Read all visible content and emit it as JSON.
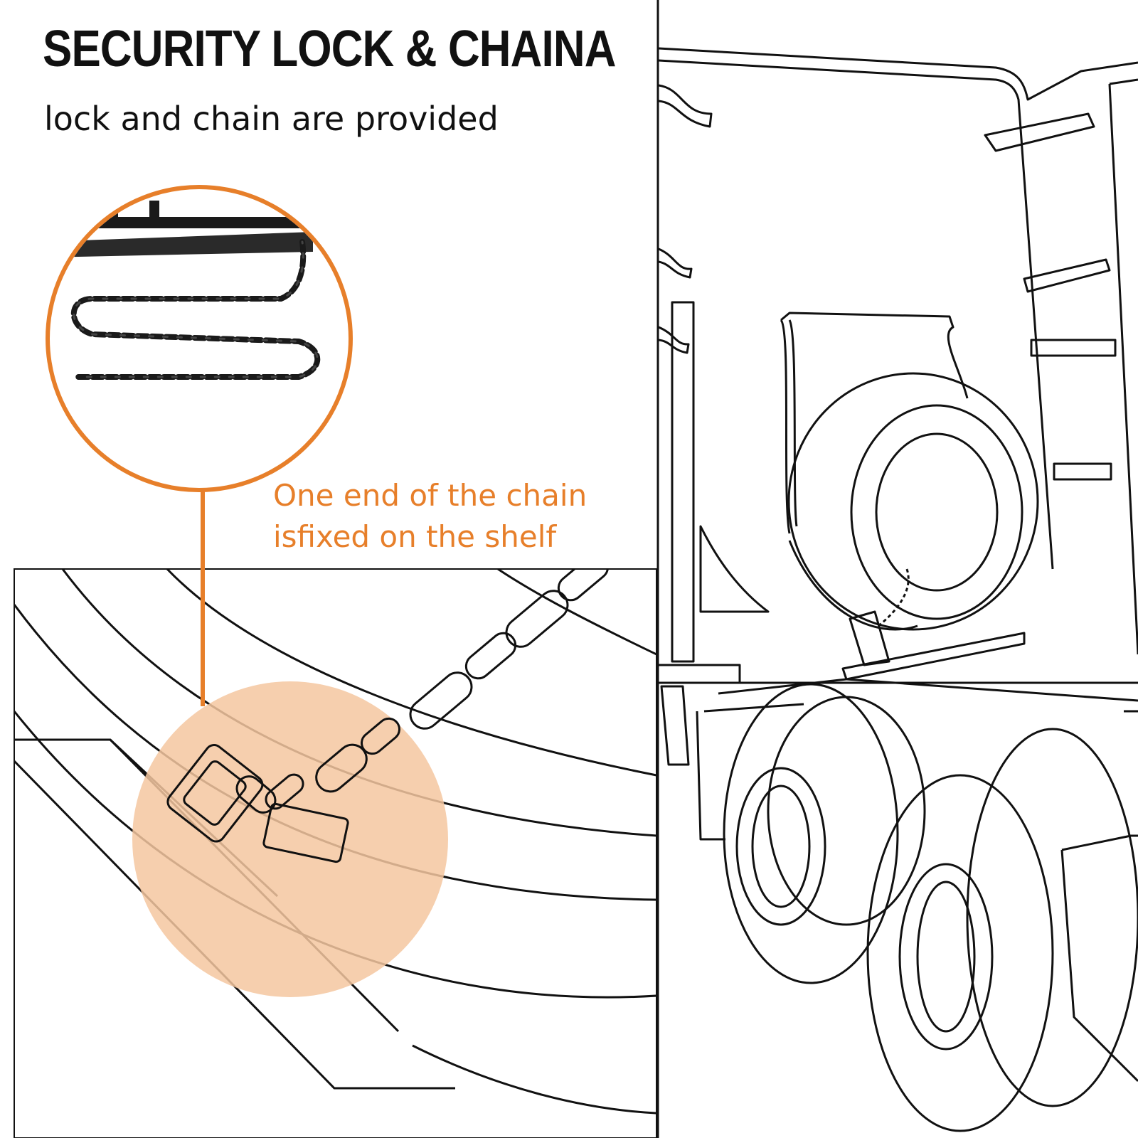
{
  "title": "SECURITY LOCK & CHAINA",
  "subtitle": "lock and chain are provided",
  "callout": {
    "line1": "One end of the chain",
    "line2": "isfixed on the shelf"
  },
  "colors": {
    "accent": "#E77F2A",
    "highlight": "#F4C7A0",
    "ink": "#111111"
  },
  "icons": [
    "chain-icon",
    "padlock-icon",
    "truck-icon",
    "spare-tire-icon"
  ]
}
